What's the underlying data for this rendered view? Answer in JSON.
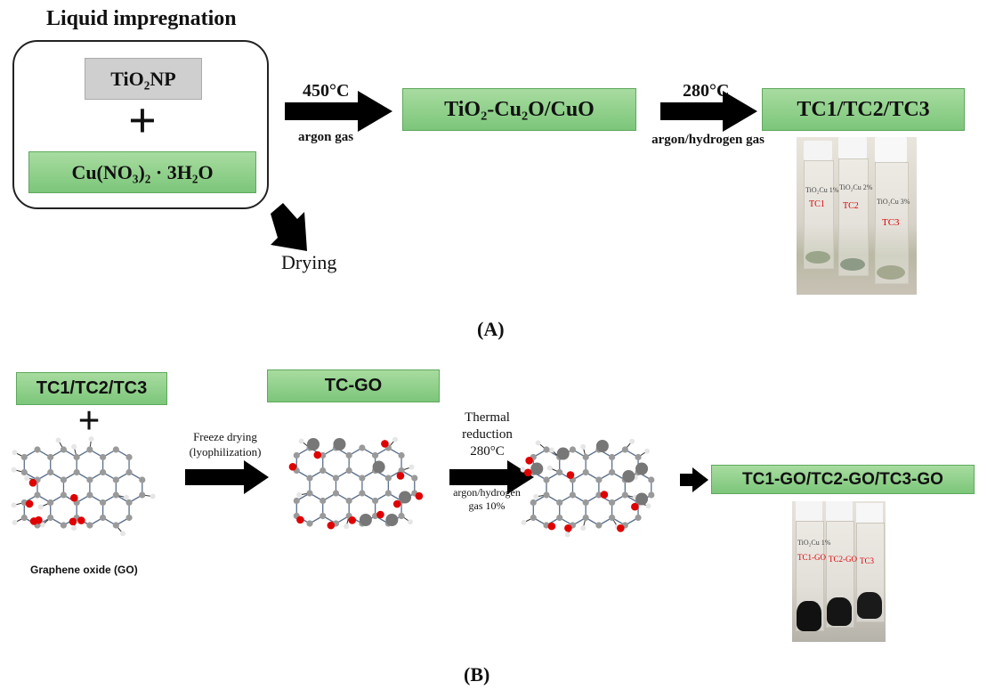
{
  "panel_a": {
    "title": "Liquid impregnation",
    "reactant1": "TiO₂NP",
    "reactant2": "Cu(NO₃)₂ · 3H₂O",
    "plus": "+",
    "drying": "Drying",
    "step1_temp": "450°C",
    "step1_gas": "argon gas",
    "intermediate": "TiO₂-Cu₂O/CuO",
    "step2_temp": "280°C",
    "step2_gas": "argon/hydrogen gas",
    "product": "TC1/TC2/TC3",
    "caption": "(A)",
    "photo_labels": [
      "TiO₂Cu 1%",
      "TC1",
      "TiO₂Cu 2%",
      "TC2",
      "TiO₂Cu 3%",
      "TC3"
    ]
  },
  "panel_b": {
    "reactant": "TC1/TC2/TC3",
    "plus": "+",
    "go_label": "Graphene oxide (GO)",
    "step1_line1": "Freeze drying",
    "step1_line2": "(lyophilization)",
    "intermediate": "TC-GO",
    "step2_line1": "Thermal",
    "step2_line2": "reduction",
    "step2_temp": "280°C",
    "step2_gas1": "argon/hydrogen",
    "step2_gas2": "gas 10%",
    "product": "TC1-GO/TC2-GO/TC3-GO",
    "caption": "(B)",
    "photo_labels": [
      "TiO₂Cu 1%",
      "TC1-GO",
      "TC2-GO",
      "TC3"
    ]
  },
  "colors": {
    "green_box": "#8fd08a",
    "gray_box": "#cfcfcf",
    "oxygen": "#e00000",
    "carbon": "#9a9a9a",
    "hydrogen": "#e6e6e6",
    "nanoparticle": "#777777",
    "arrow": "#000000"
  }
}
